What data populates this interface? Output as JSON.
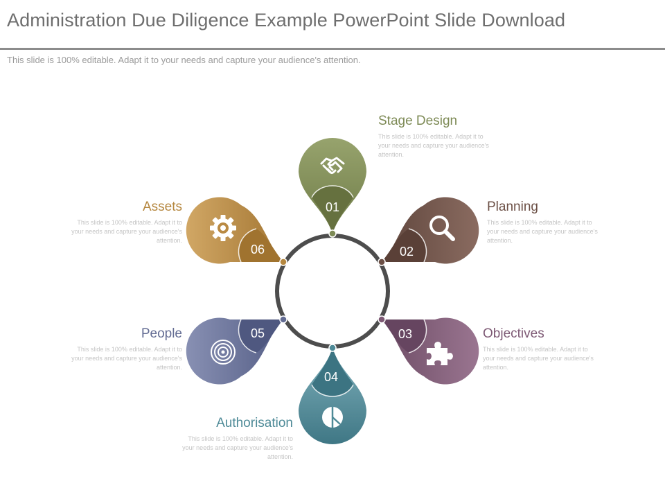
{
  "header": {
    "title": "Administration Due Diligence Example PowerPoint Slide Download",
    "subtitle": "This slide is 100% editable. Adapt it to your needs and capture your audience's attention."
  },
  "steps": [
    {
      "number": "01",
      "title": "Stage Design",
      "description": "This slide is 100% editable. Adapt it to your needs and capture your audience's attention.",
      "icon": "handshake-icon",
      "color": "#7d8a55"
    },
    {
      "number": "02",
      "title": "Planning",
      "description": "This slide is 100% editable. Adapt it to your needs and capture your audience's attention.",
      "icon": "magnifier-icon",
      "color": "#6b4f45"
    },
    {
      "number": "03",
      "title": "Objectives",
      "description": "This slide is 100% editable. Adapt it to your needs and capture your audience's attention.",
      "icon": "puzzle-icon",
      "color": "#7e5a75"
    },
    {
      "number": "04",
      "title": "Authorisation",
      "description": "This slide is 100% editable. Adapt it to your needs and capture your audience's attention.",
      "icon": "pie-chart-icon",
      "color": "#4e8a97"
    },
    {
      "number": "05",
      "title": "People",
      "description": "This slide is 100% editable. Adapt it to your needs and capture your audience's attention.",
      "icon": "target-icon",
      "color": "#636c93"
    },
    {
      "number": "06",
      "title": "Assets",
      "description": "This slide is 100% editable. Adapt it to your needs and capture your audience's attention.",
      "icon": "gear-icon",
      "color": "#b5873f"
    }
  ],
  "colors": {
    "ring": "#4d4d4d",
    "title": "#6e6e6e",
    "rule": "#8c8c8c"
  }
}
